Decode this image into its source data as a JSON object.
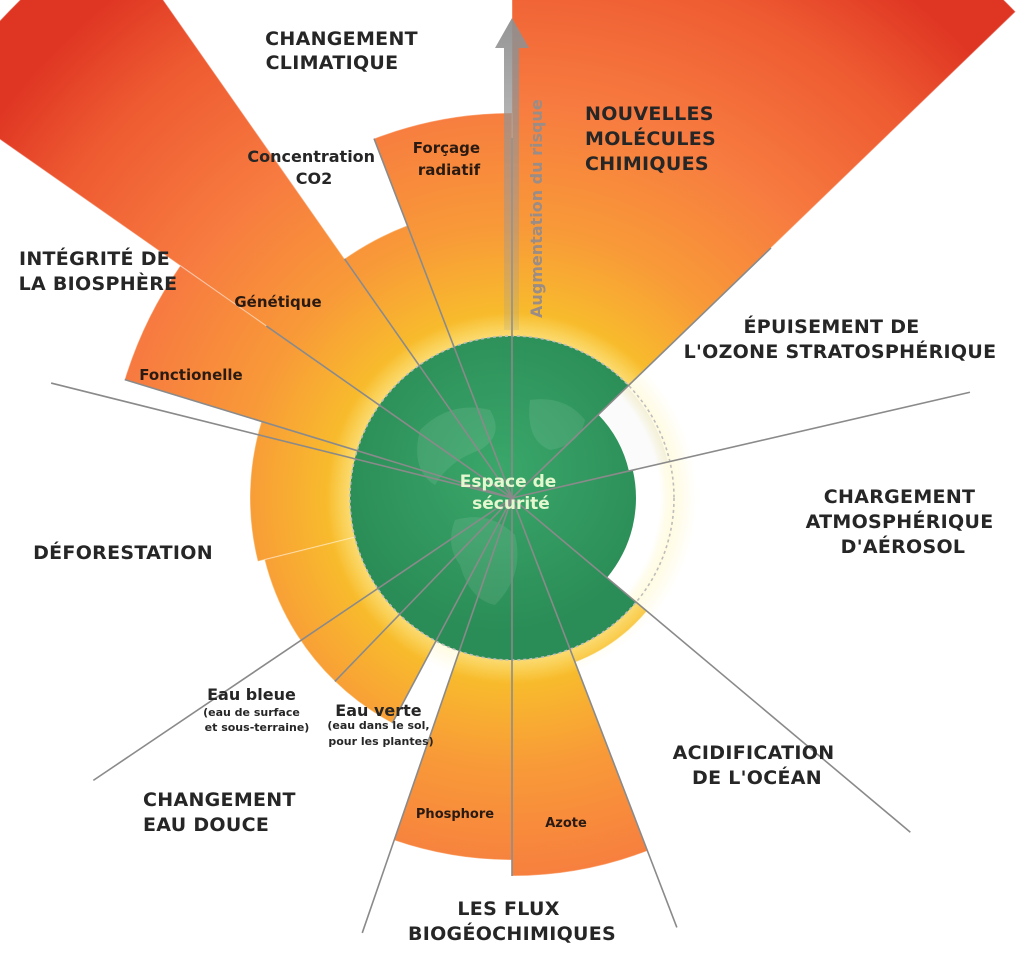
{
  "center_label": [
    "Espace de",
    "sécurité"
  ],
  "axis_label": "Augmentation du risque",
  "categories": {
    "climate": [
      "CHANGEMENT",
      "CLIMATIQUE"
    ],
    "novel": [
      "NOUVELLES",
      "MOLÉCULES",
      "CHIMIQUES"
    ],
    "ozone": [
      "ÉPUISEMENT DE",
      "L'OZONE STRATOSPHÉRIQUE"
    ],
    "aerosol": [
      "CHARGEMENT",
      "ATMOSPHÉRIQUE",
      "D'AÉROSOL"
    ],
    "ocean": [
      "ACIDIFICATION",
      "DE L'OCÉAN"
    ],
    "biogeo": [
      "LES FLUX",
      "BIOGÉOCHIMIQUES"
    ],
    "freshwater": [
      "CHANGEMENT",
      "EAU DOUCE"
    ],
    "landuse": [
      "DÉFORESTATION"
    ],
    "biosphere": [
      "INTÉGRITÉ DE",
      "LA BIOSPHÈRE"
    ]
  },
  "sublabels": {
    "co2": [
      "Concentration",
      "CO2"
    ],
    "forcing": [
      "Forçage",
      "radiatif"
    ],
    "genetic": "Génétique",
    "functional": "Fonctionelle",
    "blue_water": [
      "Eau bleue",
      "(eau de surface",
      "et sous-terraine)"
    ],
    "green_water": [
      "Eau verte",
      "(eau dans le sol,",
      "pour les plantes)"
    ],
    "phosphorus": "Phosphore",
    "nitrogen": "Azote"
  },
  "colors": {
    "safe_green": "#2e9a5e",
    "danger_red": "#e03a22",
    "warn_orange": "#f77f3e",
    "warn_yellow": "#f8b628",
    "divider": "#8a8a8a",
    "ozone_grey": "#e3e3e3"
  }
}
